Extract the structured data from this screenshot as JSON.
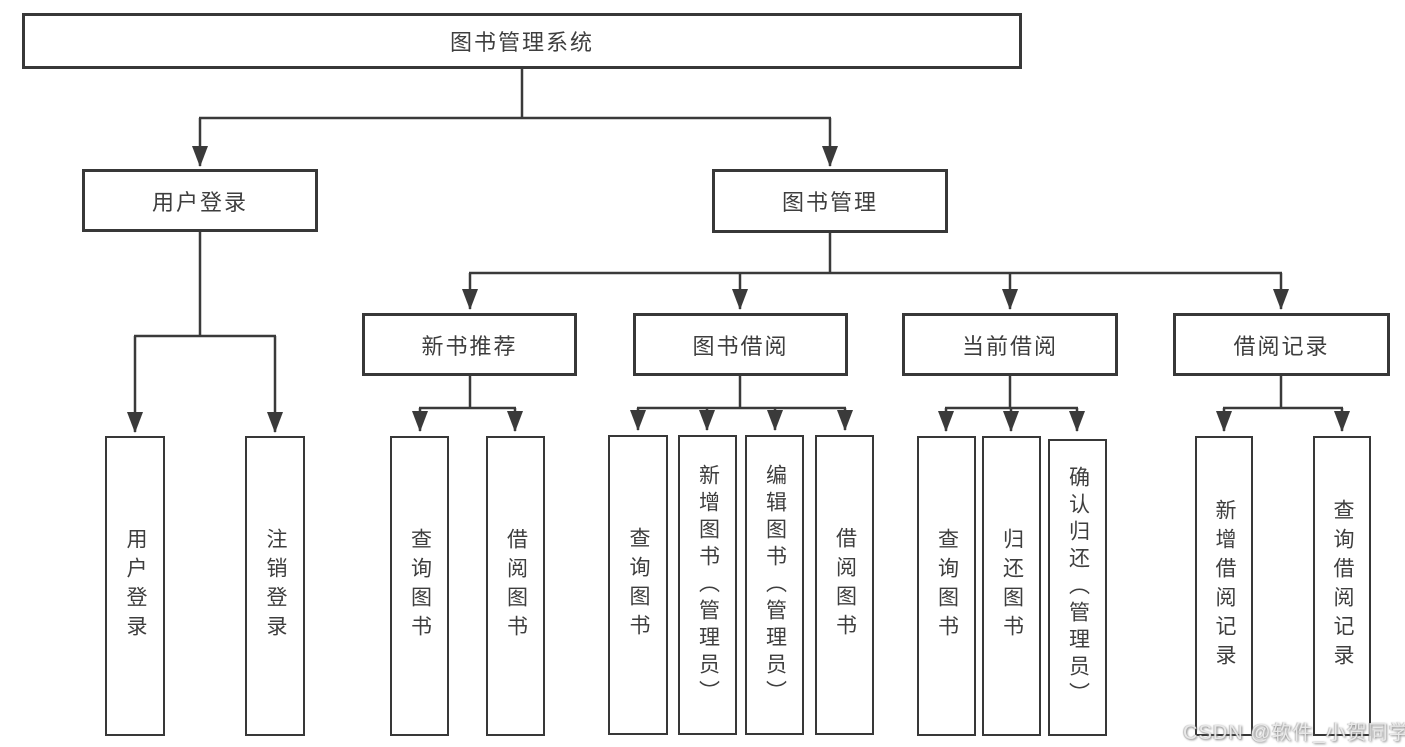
{
  "tree": {
    "label": "图书管理系统",
    "children": [
      {
        "label": "用户登录",
        "children": [
          {
            "label": "用户登录"
          },
          {
            "label": "注销登录"
          }
        ]
      },
      {
        "label": "图书管理",
        "children": [
          {
            "label": "新书推荐",
            "children": [
              {
                "label": "查询图书"
              },
              {
                "label": "借阅图书"
              }
            ]
          },
          {
            "label": "图书借阅",
            "children": [
              {
                "label": "查询图书"
              },
              {
                "label": "新增图书（管理员）"
              },
              {
                "label": "编辑图书（管理员）"
              },
              {
                "label": "借阅图书"
              }
            ]
          },
          {
            "label": "当前借阅",
            "children": [
              {
                "label": "查询图书"
              },
              {
                "label": "归还图书"
              },
              {
                "label": "确认归还（管理员）"
              }
            ]
          },
          {
            "label": "借阅记录",
            "children": [
              {
                "label": "新增借阅记录"
              },
              {
                "label": "查询借阅记录"
              }
            ]
          }
        ]
      }
    ]
  },
  "watermark": {
    "text": "CSDN @软件_小贺同学"
  },
  "colors": {
    "line": "#3a3a3a",
    "box_border": "#383838",
    "box_background": "#ffffff",
    "text": "#3e3e3e"
  }
}
